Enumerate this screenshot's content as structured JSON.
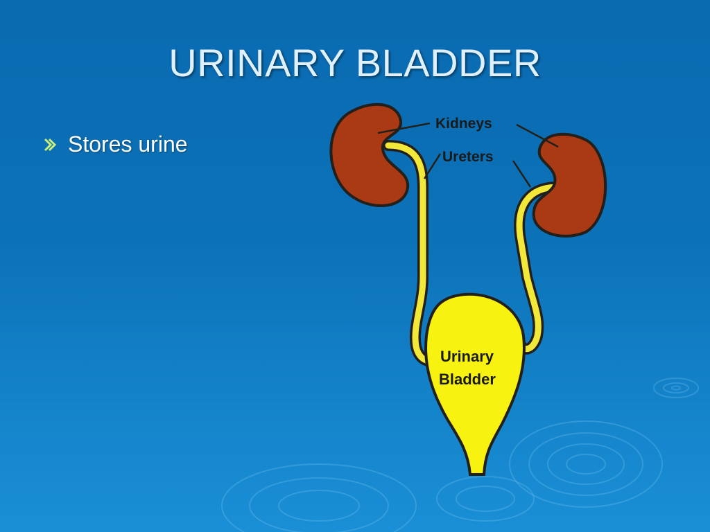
{
  "slide": {
    "title": "URINARY BLADDER",
    "bullets": [
      {
        "text": "Stores urine",
        "icon": "arrow-bullet-icon"
      }
    ]
  },
  "diagram": {
    "labels": {
      "kidneys": "Kidneys",
      "ureters": "Ureters",
      "bladder_line1": "Urinary",
      "bladder_line2": "Bladder"
    },
    "colors": {
      "kidney": "#a93a13",
      "ureter": "#f2e83a",
      "bladder": "#f7f20f",
      "outline": "#231f1a",
      "background": "#0c72b8",
      "title_text": "#dff1ff"
    }
  }
}
